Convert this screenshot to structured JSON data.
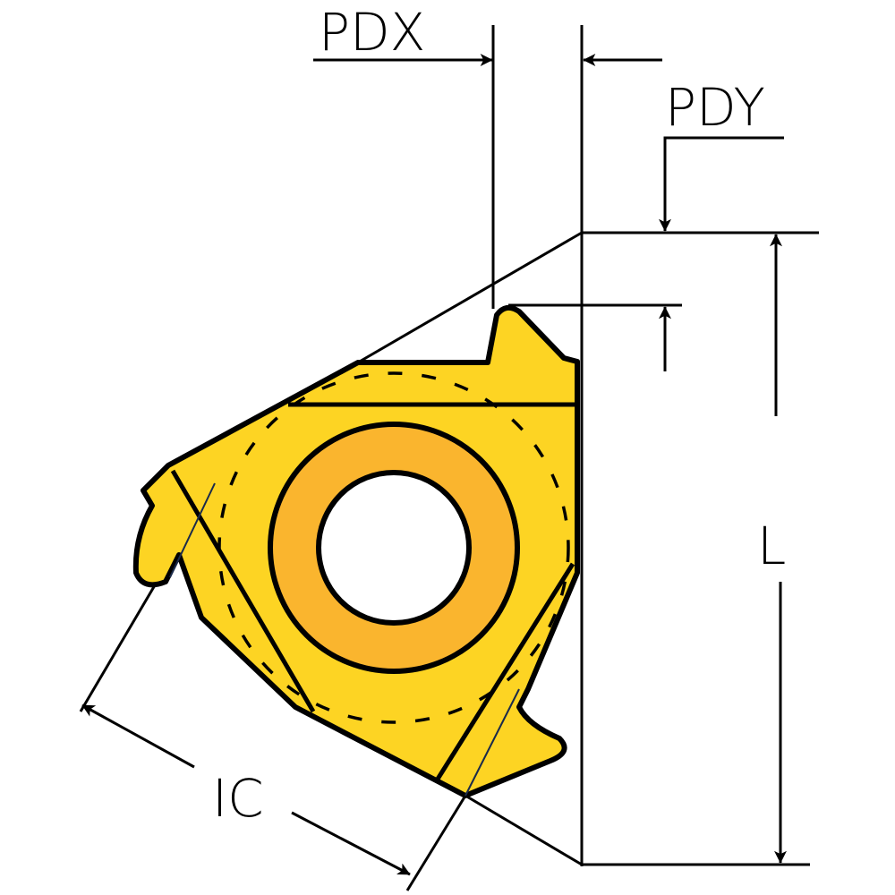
{
  "diagram": {
    "type": "threading-insert-dimension-drawing",
    "labels": {
      "pdx": "PDX",
      "pdy": "PDY",
      "length": "L",
      "inscribed_circle": "IC"
    },
    "colors": {
      "insert_body": "#FDD423",
      "insert_ring": "#FAB52E",
      "outline": "#000000",
      "background": "#FFFFFF"
    }
  }
}
